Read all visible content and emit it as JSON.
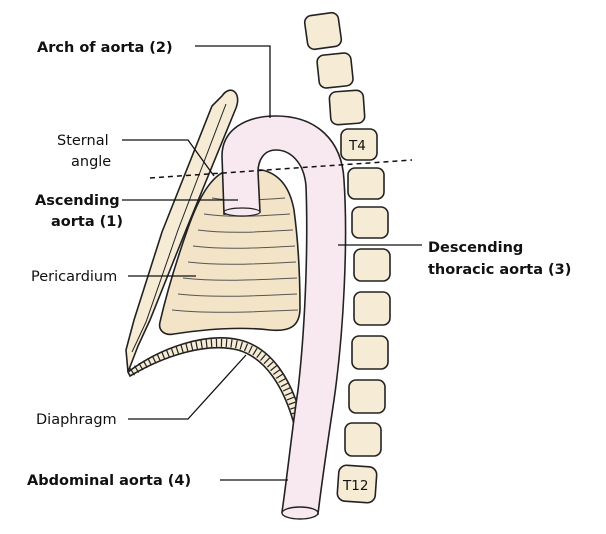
{
  "labels": {
    "arch_bold": "Arch of aorta",
    "arch_num": "(2)",
    "sternal_1": "Sternal",
    "sternal_2": "angle",
    "ascending_1": "Ascending",
    "ascending_2_bold": "aorta",
    "ascending_2_num": "(1)",
    "pericardium": "Pericardium",
    "descending_1": "Descending",
    "descending_2_bold": "thoracic aorta",
    "descending_2_num": "(3)",
    "diaphragm": "Diaphragm",
    "abdominal_bold": "Abdominal aorta",
    "abdominal_num": "(4)"
  },
  "vertebra_labels": {
    "t4": "T4",
    "t12": "T12"
  },
  "colors": {
    "aorta_fill": "#f7e9ef",
    "pericardium_fill": "#f3e4c8",
    "sternum_fill": "#f6ecd5",
    "vertebra_fill": "#f6ecd5",
    "outline": "#222222"
  }
}
